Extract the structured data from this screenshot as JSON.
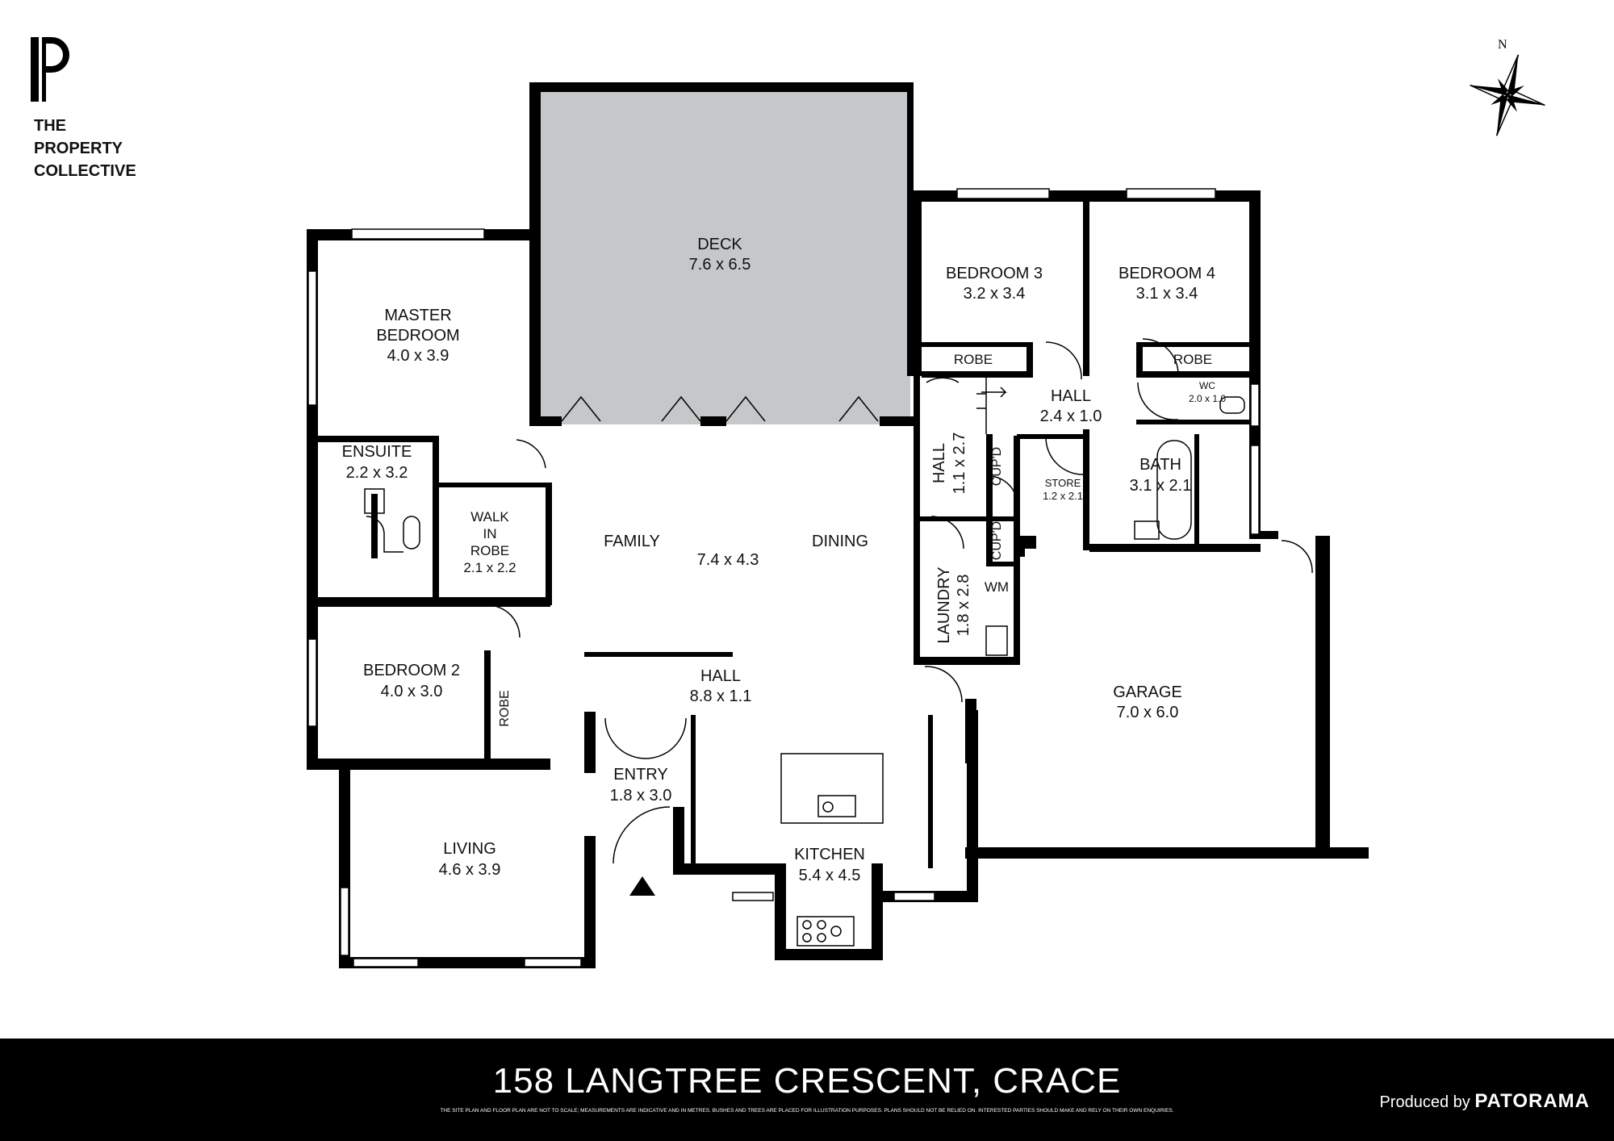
{
  "brand": {
    "line1": "THE",
    "line2": "PROPERTY",
    "line3": "COLLECTIVE"
  },
  "compass": {
    "north": "N"
  },
  "rooms": {
    "deck": {
      "name": "DECK",
      "size": "7.6 x 6.5"
    },
    "bedroom3": {
      "name": "BEDROOM 3",
      "size": "3.2 x 3.4"
    },
    "bedroom4": {
      "name": "BEDROOM 4",
      "size": "3.1 x 3.4"
    },
    "robe3": {
      "name": "ROBE"
    },
    "robe4": {
      "name": "ROBE"
    },
    "hall_top": {
      "name": "HALL",
      "size": "2.4 x 1.0"
    },
    "wc": {
      "name": "WC",
      "size": "2.0 x 1.0"
    },
    "master": {
      "name1": "MASTER",
      "name2": "BEDROOM",
      "size": "4.0 x 3.9"
    },
    "ensuite": {
      "name": "ENSUITE",
      "size": "2.2 x 3.2"
    },
    "walkin": {
      "name1": "WALK",
      "name2": "IN",
      "name3": "ROBE",
      "size": "2.1 x 2.2"
    },
    "family": {
      "name": "FAMILY"
    },
    "family_dining": {
      "size": "7.4 x 4.3"
    },
    "dining": {
      "name": "DINING"
    },
    "hall_side": {
      "name": "HALL",
      "size": "1.1 x 2.7"
    },
    "cupd1": {
      "name": "CUP'D"
    },
    "cupd2": {
      "name": "CUP'D"
    },
    "store": {
      "name": "STORE",
      "size": "1.2 x 2.1"
    },
    "bath": {
      "name": "BATH",
      "size": "3.1 x 2.1"
    },
    "laundry": {
      "name": "LAUNDRY",
      "size": "1.8 x 2.8"
    },
    "wm": {
      "name": "WM"
    },
    "bedroom2": {
      "name": "BEDROOM 2",
      "size": "4.0 x 3.0"
    },
    "robe2": {
      "name": "ROBE"
    },
    "hall_main": {
      "name": "HALL",
      "size": "8.8 x 1.1"
    },
    "garage": {
      "name": "GARAGE",
      "size": "7.0 x 6.0"
    },
    "entry": {
      "name": "ENTRY",
      "size": "1.8 x 3.0"
    },
    "living": {
      "name": "LIVING",
      "size": "4.6 x 3.9"
    },
    "kitchen": {
      "name": "KITCHEN",
      "size": "5.4 x 4.5"
    }
  },
  "footer": {
    "address": "158 LANGTREE CRESCENT, CRACE",
    "disclaimer": "THE SITE PLAN AND FLOOR PLAN ARE NOT TO SCALE; MEASUREMENTS ARE INDICATIVE AND IN METRES. BUSHES AND TREES ARE PLACED FOR ILLUSTRATION PURPOSES. PLANS SHOULD NOT BE RELIED ON. INTERESTED PARTIES SHOULD MAKE AND RELY ON THEIR OWN ENQUIRIES.",
    "produced_by": "Produced by",
    "producer_name": "PATORAMA"
  },
  "colors": {
    "wall": "#000000",
    "deck_fill": "#c6c7c9",
    "background": "#ffffff"
  }
}
